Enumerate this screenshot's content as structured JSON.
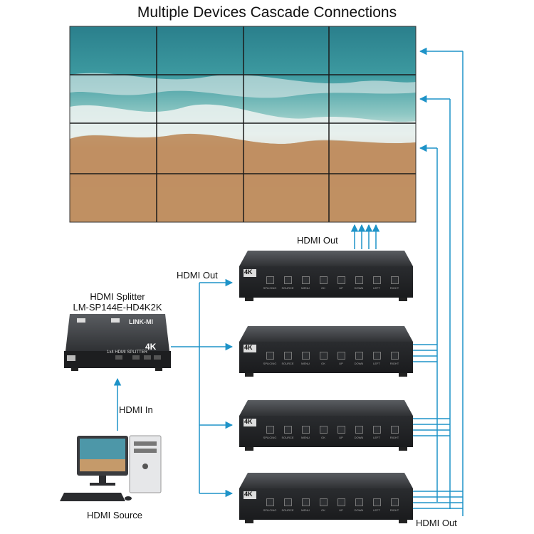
{
  "title": "Multiple Devices Cascade Connections",
  "labels": {
    "hdmi_out_wall": "HDMI Out",
    "hdmi_out_left": "HDMI Out",
    "hdmi_out_bottom": "HDMI Out",
    "hdmi_in": "HDMI In",
    "hdmi_source": "HDMI Source"
  },
  "splitter_main": {
    "caption_line1": "HDMI Splitter",
    "caption_line2": "LM-SP144E-HD4K2K",
    "brand": "LINK-MI",
    "badge": "4K",
    "model_text": "1x4 HDMI SPLITTER"
  },
  "video_wall": {
    "rows": 4,
    "cols": 4
  },
  "controllers": {
    "badge": "4K",
    "buttons": [
      "SPLICING",
      "SOURCE",
      "MENU",
      "OK",
      "UP",
      "DOWN",
      "LEFT",
      "RIGHT"
    ]
  },
  "colors": {
    "arrow": "#1e93c8"
  }
}
